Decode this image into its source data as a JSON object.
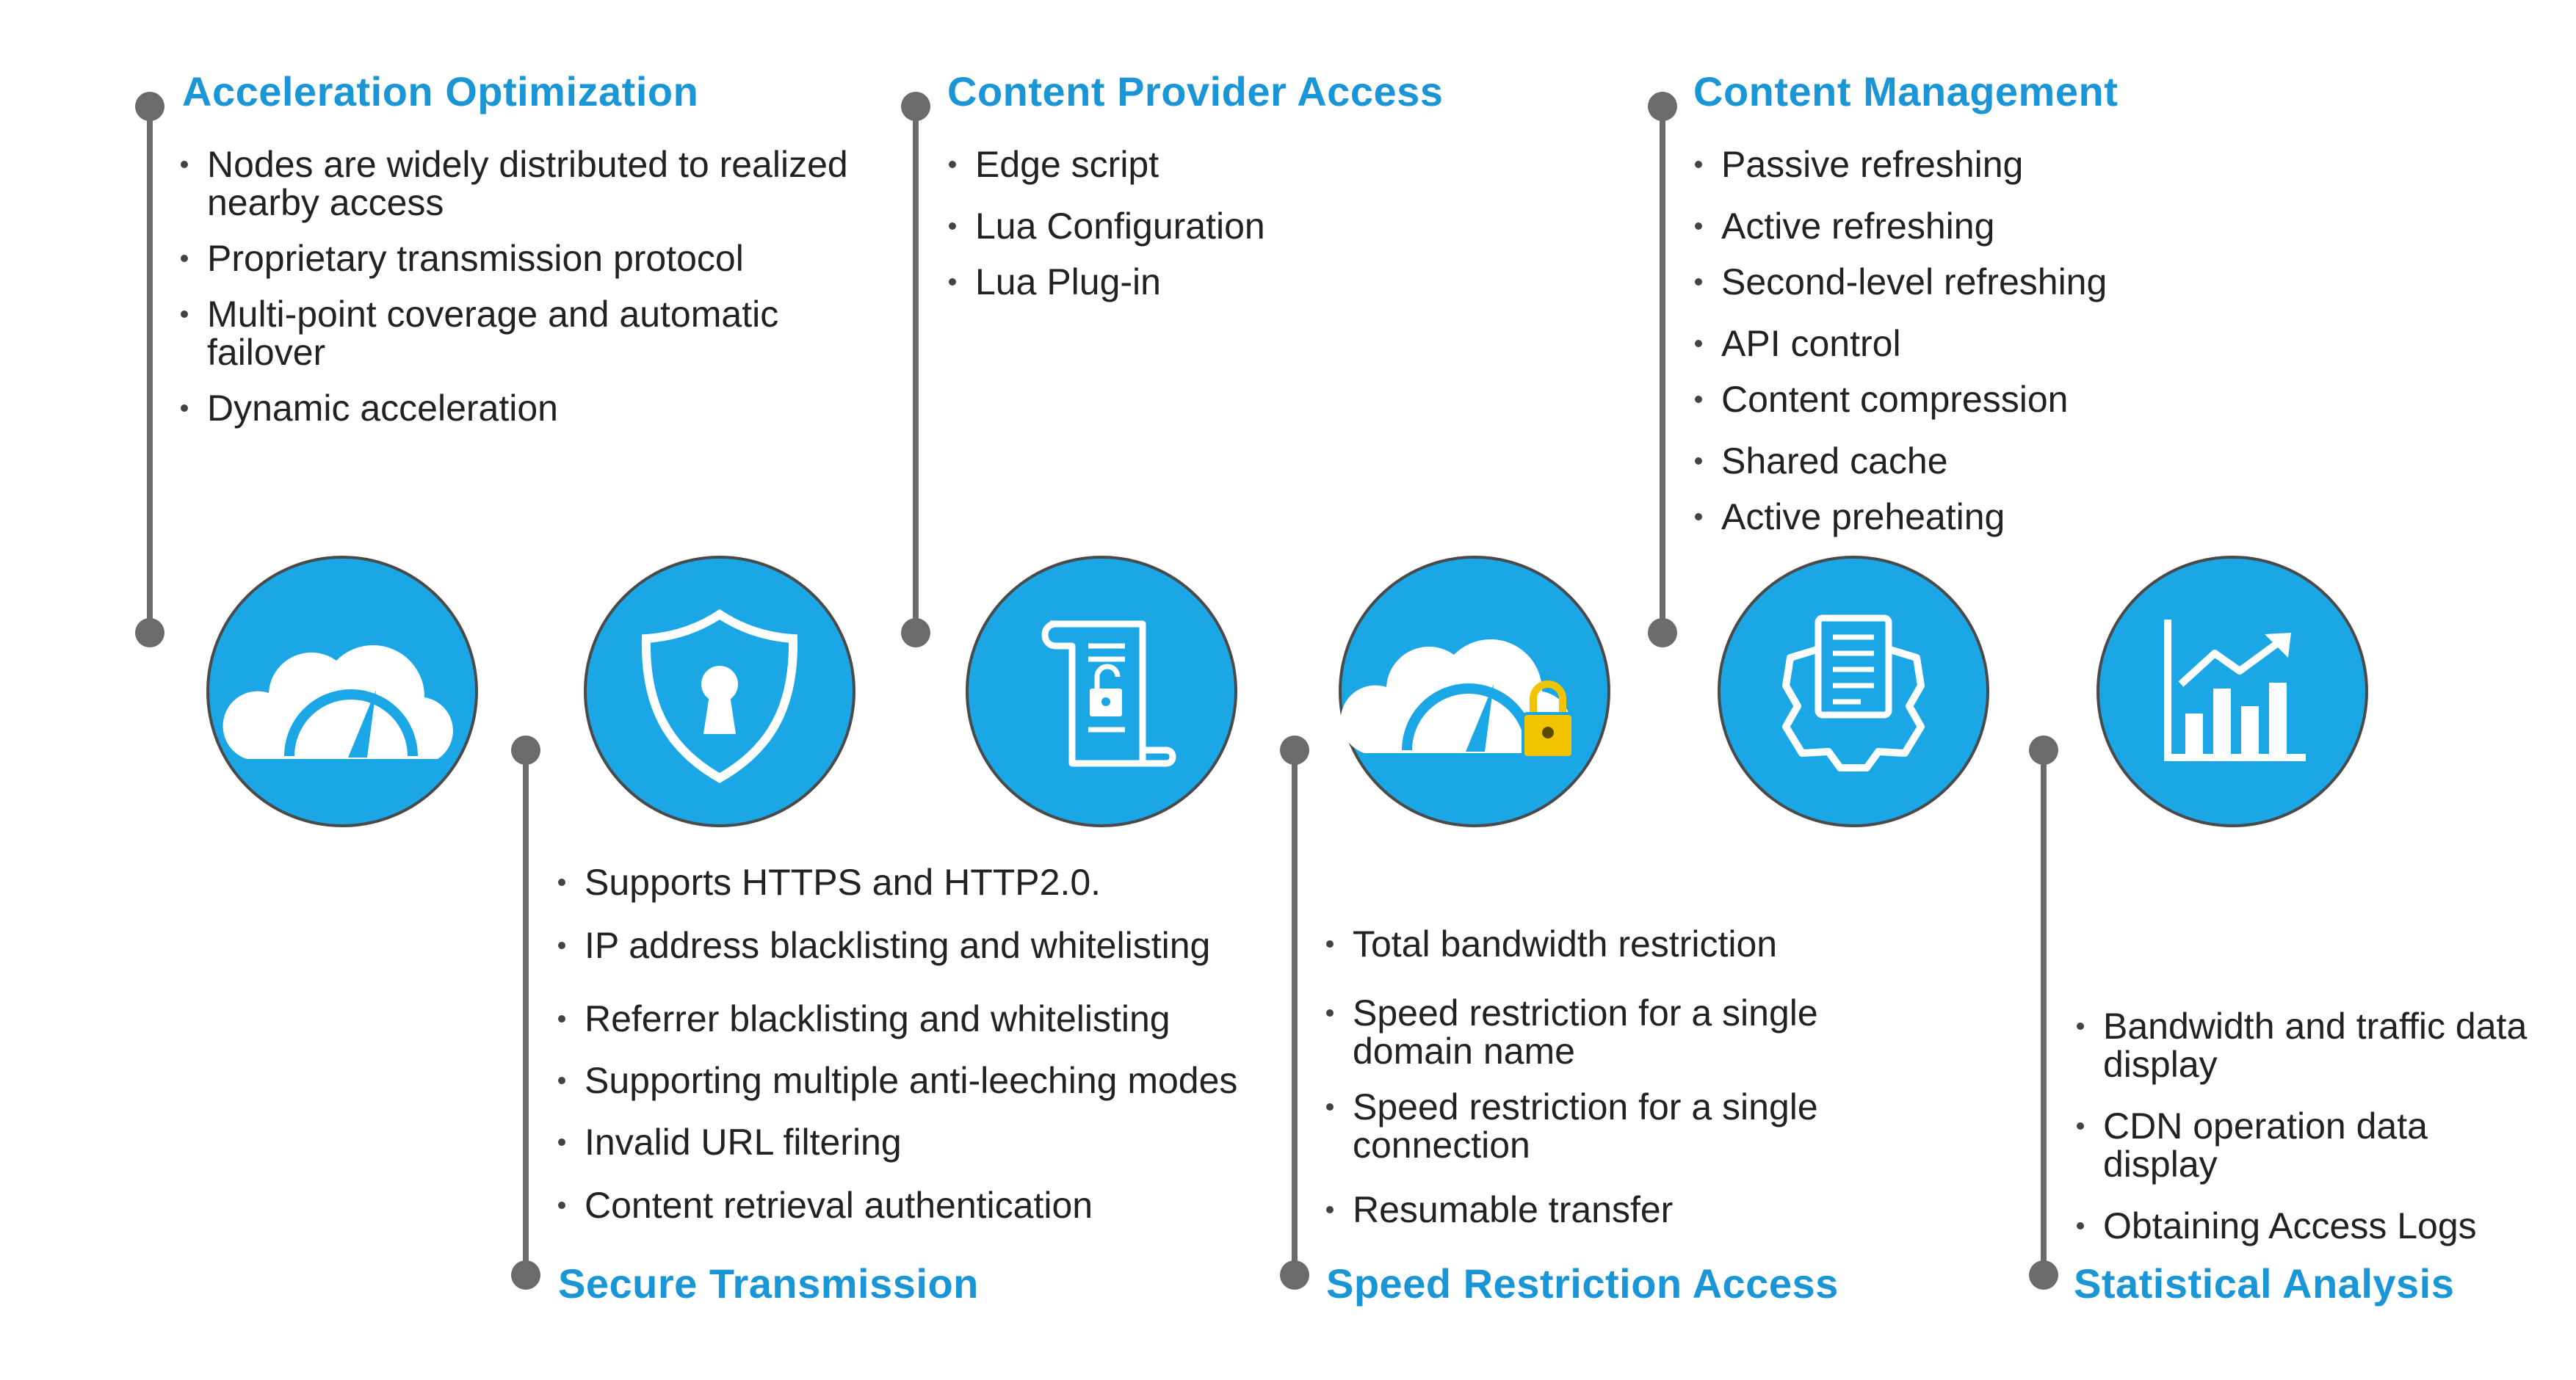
{
  "colors": {
    "accent": "#1ba6e6",
    "title": "#1a96d6",
    "line": "#6b6b6b",
    "text": "#222222",
    "circle_border": "#4a4a4a"
  },
  "sections": [
    {
      "title": "Acceleration Optimization",
      "icon": "cloud-speedometer-icon",
      "items": [
        "Nodes are widely distributed to realized nearby access",
        "Proprietary transmission protocol",
        "Multi-point coverage and automatic failover",
        "Dynamic acceleration"
      ]
    },
    {
      "title": "Secure Transmission",
      "icon": "shield-keyhole-icon",
      "items": [
        "Supports HTTPS and HTTP2.0.",
        "IP address blacklisting and whitelisting",
        "Referrer blacklisting and whitelisting",
        "Supporting multiple anti-leeching modes",
        "Invalid URL filtering",
        "Content retrieval authentication"
      ]
    },
    {
      "title": "Content Provider Access",
      "icon": "scroll-lock-icon",
      "items": [
        "Edge script",
        "Lua Configuration",
        "Lua Plug-in"
      ]
    },
    {
      "title": "Speed Restriction Access",
      "icon": "cloud-speedometer-lock-icon",
      "items": [
        "Total bandwidth restriction",
        "Speed restriction for a single domain name",
        "Speed restriction for a single connection",
        "Resumable transfer"
      ]
    },
    {
      "title": "Content Management",
      "icon": "document-gear-icon",
      "items": [
        "Passive refreshing",
        "Active refreshing",
        "Second-level refreshing",
        "API control",
        "Content compression",
        "Shared cache",
        "Active preheating"
      ]
    },
    {
      "title": "Statistical Analysis",
      "icon": "bar-chart-trend-icon",
      "items": [
        "Bandwidth and traffic data display",
        "CDN operation data display",
        "Obtaining Access Logs"
      ]
    }
  ]
}
